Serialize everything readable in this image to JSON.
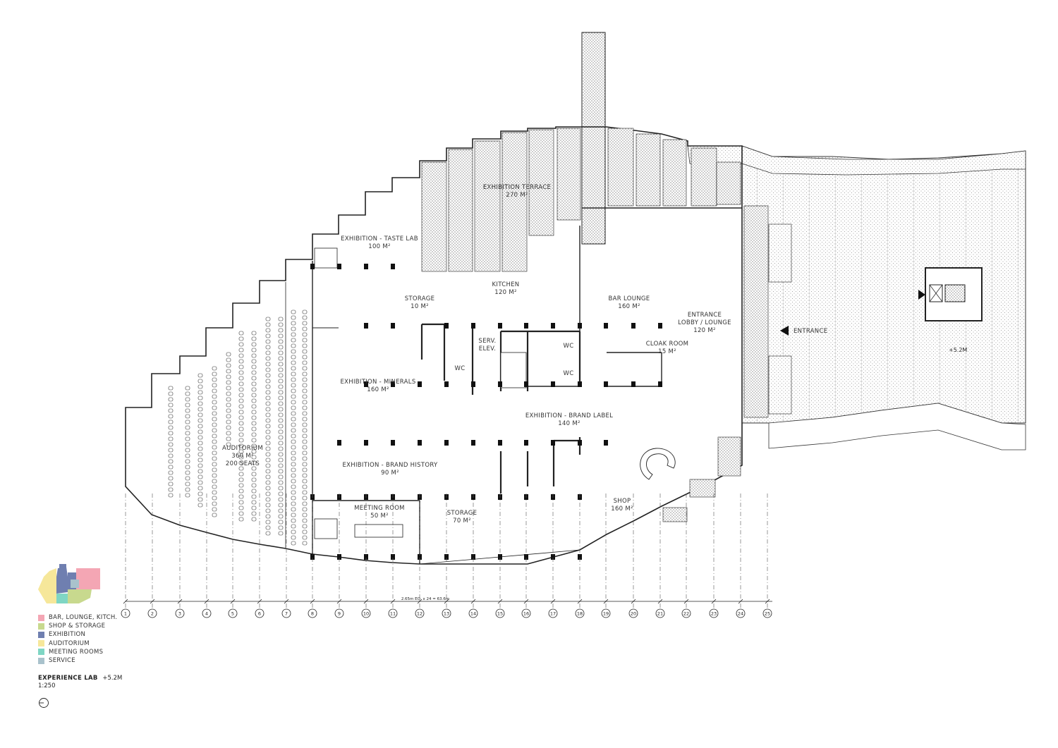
{
  "rooms": {
    "exhibition_terrace": {
      "name": "EXHIBITION TERRACE",
      "area": "270 M²"
    },
    "taste_lab": {
      "name": "EXHIBITION - TASTE LAB",
      "area": "100 M²"
    },
    "kitchen": {
      "name": "KITCHEN",
      "area": "120 M²"
    },
    "storage_small": {
      "name": "STORAGE",
      "area": "10 M²"
    },
    "bar_lounge": {
      "name": "BAR LOUNGE",
      "area": "160 M²"
    },
    "entrance_lobby": {
      "name1": "ENTRANCE",
      "name2": "LOBBY / LOUNGE",
      "area": "120 M²"
    },
    "cloak_room": {
      "name": "CLOAK ROOM",
      "area": "15 M²"
    },
    "serv_elev": {
      "name1": "SERV.",
      "name2": "ELEV."
    },
    "wc_labels": [
      "WC",
      "WC",
      "WC"
    ],
    "minerals": {
      "name": "EXHIBITION - MINERALS",
      "area": "160 M²"
    },
    "auditorium": {
      "name": "AUDITORIUM",
      "area": "360 M²",
      "seats": "200 SEATS"
    },
    "brand_label": {
      "name": "EXHIBITION - BRAND LABEL",
      "area": "140 M²"
    },
    "brand_history": {
      "name": "EXHIBITION - BRAND HISTORY",
      "area": "90 M²"
    },
    "meeting_room": {
      "name": "MEETING ROOM",
      "area": "50 M²"
    },
    "storage_large": {
      "name": "STORAGE",
      "area": "70 M²"
    },
    "shop": {
      "name": "SHOP",
      "area": "160 M²"
    }
  },
  "entrance_label": "ENTRANCE",
  "level_marker": "+5.2M",
  "dimension_note": "2.65m EQ. x 24 = 63.6m",
  "grid_axes": [
    "1",
    "2",
    "3",
    "4",
    "5",
    "6",
    "7",
    "8",
    "9",
    "10",
    "11",
    "12",
    "13",
    "14",
    "15",
    "16",
    "17",
    "18",
    "19",
    "20",
    "21",
    "22",
    "23",
    "24",
    "25"
  ],
  "legend": [
    {
      "label": "BAR, LOUNGE, KITCH.",
      "color": "#f4a6b4"
    },
    {
      "label": "SHOP & STORAGE",
      "color": "#c8d98e"
    },
    {
      "label": "EXHIBITION",
      "color": "#6f7fb0"
    },
    {
      "label": "AUDITORIUM",
      "color": "#f6e79a"
    },
    {
      "label": "MEETING ROOMS",
      "color": "#7fd6c4"
    },
    {
      "label": "SERVICE",
      "color": "#a9c2cc"
    }
  ],
  "title": {
    "name": "EXPERIENCE LAB",
    "level": "+5.2M",
    "scale": "1:250"
  }
}
